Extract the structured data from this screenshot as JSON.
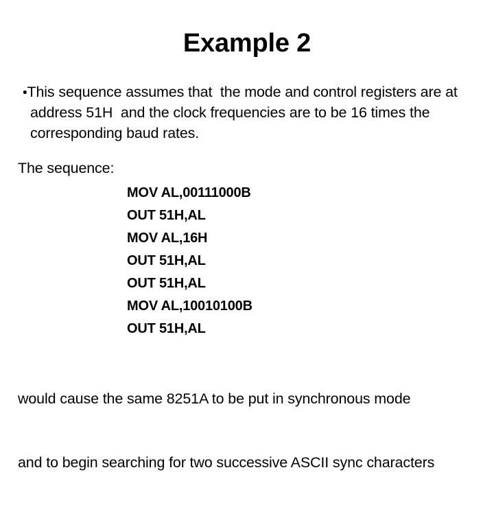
{
  "slide": {
    "title": "Example 2",
    "bullet": {
      "marker": "•",
      "text": "This sequence assumes that  the mode and control registers are at address 51H  and the clock frequencies are to be 16 times the corresponding baud rates."
    },
    "sequence_label": "The sequence:",
    "code_lines": [
      "MOV AL,00111000B",
      "OUT 51H,AL",
      "MOV AL,16H",
      "OUT 51H,AL",
      "OUT 51H,AL",
      "MOV AL,10010100B",
      "OUT 51H,AL"
    ],
    "closing": {
      "line1": "would cause the same 8251A to be put in synchronous mode",
      "line2": "and to begin searching for two successive ASCII sync characters"
    },
    "colors": {
      "background": "#ffffff",
      "text": "#000000"
    }
  }
}
